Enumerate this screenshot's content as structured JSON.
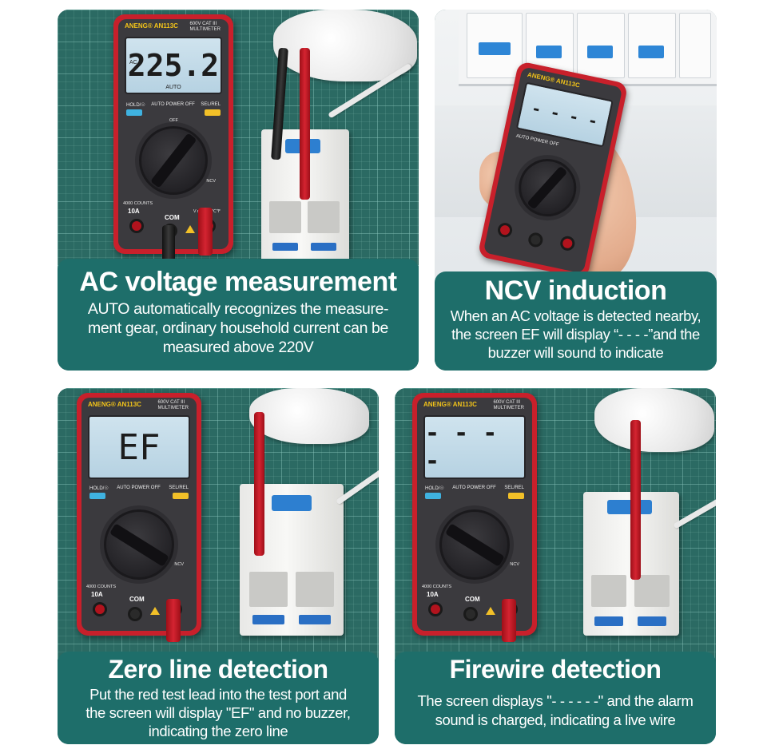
{
  "cards": [
    {
      "title": "AC voltage measurement",
      "desc": [
        "AUTO automatically recognizes the measure-",
        "ment gear, ordinary household current can be",
        "measured above 220V"
      ],
      "lcd": "225.2"
    },
    {
      "title": "NCV induction",
      "desc": [
        "When an AC voltage is detected nearby,",
        "the screen EF will display “- - - -”and the",
        "buzzer will sound to indicate"
      ],
      "lcd": "- - - -"
    },
    {
      "title": "Zero line detection",
      "desc": [
        "Put the red test lead into the test port and",
        "the screen will display \"EF\" and no buzzer,",
        "indicating the zero line"
      ],
      "lcd": "EF"
    },
    {
      "title": "Firewire detection",
      "desc": [
        "The screen displays \"- - - - - -\" and the alarm",
        "sound is charged, indicating a live wire"
      ],
      "lcd": "- - - -"
    }
  ],
  "meter": {
    "brand": "ANENG® AN113C",
    "spec_1": "600V CAT III",
    "spec_2": "MULTIMETER",
    "lcd_mode": "AUTO",
    "lcd_ac": "AC",
    "hold": "HOLD/☉",
    "auto_off": "AUTO POWER OFF",
    "sel": "SEL/REL",
    "range_10a": "10A",
    "com": "COM",
    "units": "V mA μA ℃℉",
    "off": "OFF",
    "auto_btn": "AUTO",
    "ncv": "NCV",
    "counts": "4000 COUNTS"
  },
  "colors": {
    "caption_bg": "#1e6e6a",
    "meter_red": "#c8202b",
    "lcd_bg": "#c4dcea"
  }
}
